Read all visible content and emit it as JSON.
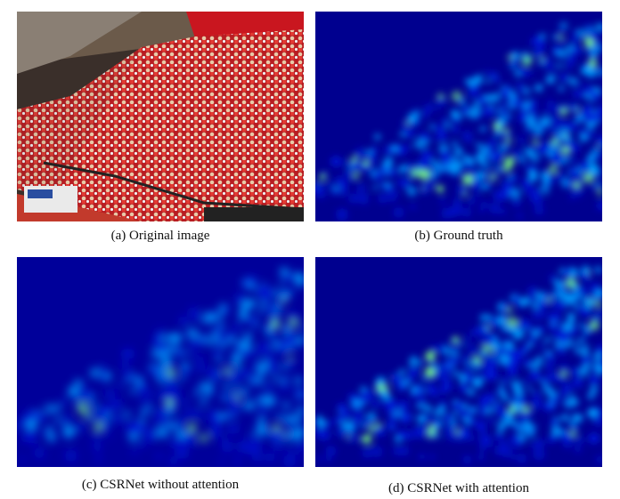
{
  "figure": {
    "panels": [
      {
        "id": "a",
        "caption": "(a) Original image"
      },
      {
        "id": "b",
        "caption": "(b) Ground truth"
      },
      {
        "id": "c",
        "caption": "(c) CSRNet without attention"
      },
      {
        "id": "d",
        "caption": "(d) CSRNet with attention"
      }
    ]
  },
  "colors": {
    "heatmap_background": "#00008f",
    "heatmap_low": "#0018d8",
    "heatmap_mid": "#00a0ff",
    "heatmap_high": "#7cff7c",
    "crowd_red": "#d42a2a",
    "court_wall": "#c9161f"
  }
}
